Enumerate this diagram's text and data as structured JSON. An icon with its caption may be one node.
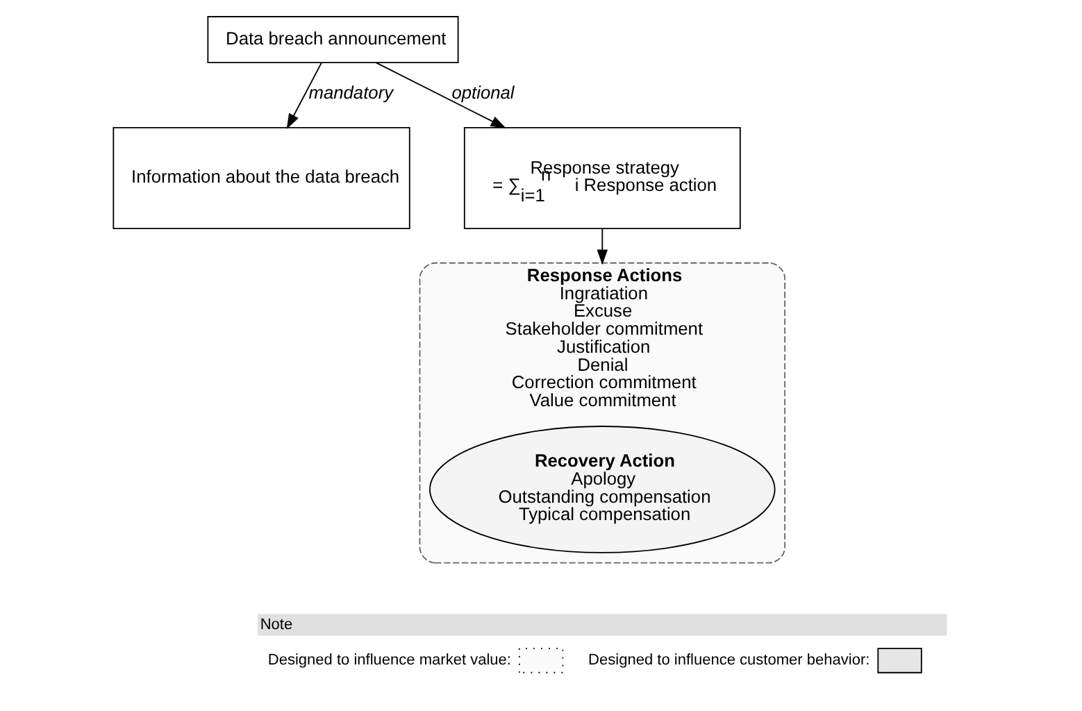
{
  "diagram": {
    "nodes": [
      {
        "text": [
          "Data breach announcement"
        ]
      },
      {
        "text": [
          "Information about the data breach"
        ]
      },
      {
        "text": [
          "Response strategy",
          "= ∑$_{i=1}$$^{n}$ i Response action"
        ]
      },
      {
        "text": [
          "Response Actions",
          "Ingratiation",
          "Excuse",
          "Stakeholder commitment",
          "Justification",
          "Denial",
          "Correction commitment",
          "Value commitment"
        ]
      },
      {
        "text": [
          "Recovery Action",
          "Apology",
          "Outstanding compensation",
          "Typical compensation"
        ],
        "in": 3
      }
    ],
    "edges": [
      {
        "from": 0,
        "to": 1,
        "arrow": "to",
        "label": "mandatory"
      },
      {
        "from": 0,
        "to": 2,
        "arrow": "to",
        "label": "optional"
      },
      {
        "from": 2,
        "to": 3,
        "arrow": "to"
      }
    ],
    "labels": [
      "Note"
    ],
    "legend": [
      {
        "text": "Designed to influence market value:"
      },
      {
        "text": "Designed to influence customer behavior:"
      }
    ]
  }
}
